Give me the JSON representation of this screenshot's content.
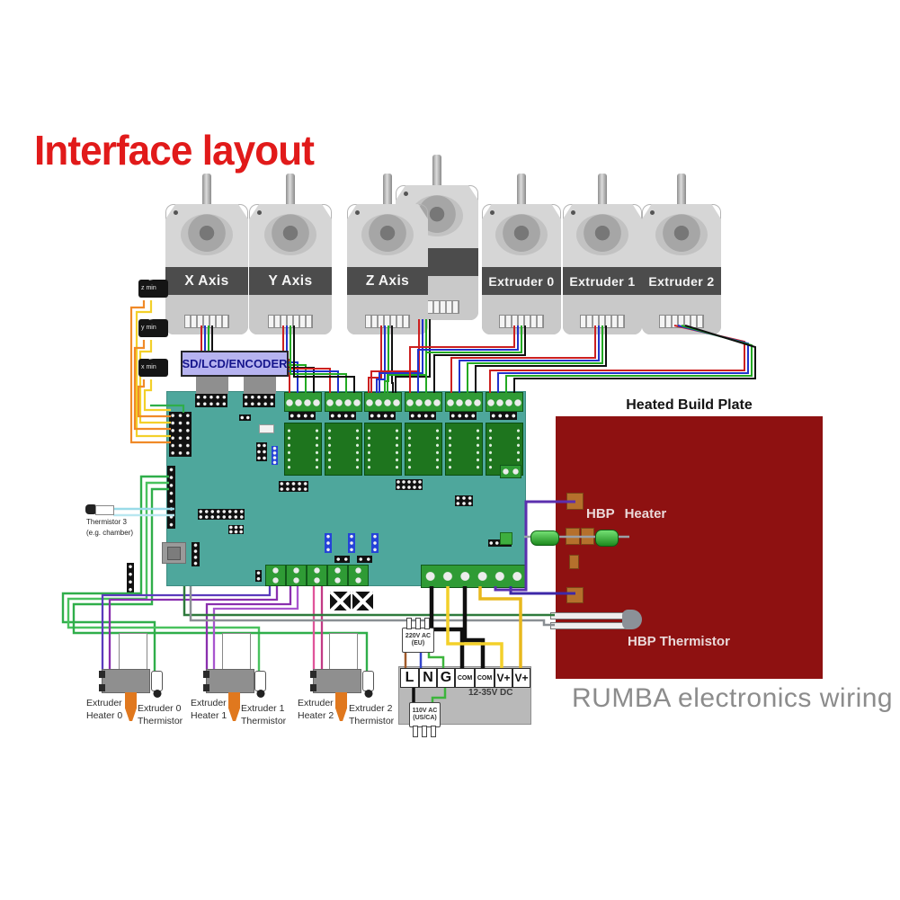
{
  "title": {
    "text": "Interface layout"
  },
  "motors": [
    "X Axis",
    "Y Axis",
    "Z Axis",
    "Extruder 0",
    "Extruder 1",
    "Extruder 2"
  ],
  "lcd": {
    "label": "SD/LCD/ENCODER"
  },
  "endstops": [
    "z min",
    "y min",
    "x min"
  ],
  "thermistor3": {
    "line1": "Thermistor 3",
    "line2": "(e.g. chamber)"
  },
  "hbp": {
    "title": "Heated Build Plate",
    "heater": "HBP Heater",
    "thermistor": "HBP Thermistor"
  },
  "caption": "RUMBA electronics wiring",
  "power": {
    "terminals": [
      "L",
      "N",
      "G",
      "COM",
      "COM",
      "V+",
      "V+"
    ],
    "dc": "12-35V DC",
    "eu1": "220V AC",
    "eu2": "(EU)",
    "us1": "110V AC",
    "us2": "(US/CA)"
  },
  "extruders": {
    "heaters": [
      {
        "l1": "Extruder",
        "l2": "Heater 0"
      },
      {
        "l1": "Extruder",
        "l2": "Heater 1"
      },
      {
        "l1": "Extruder",
        "l2": "Heater 2"
      }
    ],
    "thermistors": [
      {
        "l1": "Extruder 0",
        "l2": "Thermistor"
      },
      {
        "l1": "Extruder 1",
        "l2": "Thermistor"
      },
      {
        "l1": "Extruder 2",
        "l2": "Thermistor"
      }
    ]
  },
  "colors": {
    "title_red": "#e11a1a",
    "board_teal": "#4ea79c",
    "hbp_red": "#8e1111",
    "socket_green": "#1e751e",
    "terminal_green": "#2f9b35",
    "caption_gray": "#8c8c8c",
    "lcd_fill": "#b6b3f0",
    "wire_red": "#cc2020",
    "wire_blue": "#2233cc",
    "wire_green": "#22aa22",
    "wire_black": "#101010",
    "wire_yellow": "#f3d02a",
    "wire_orange": "#f08a28",
    "wire_purple": "#8a2fae",
    "wire_violet": "#5b3bbd",
    "wire_pink": "#e0559a",
    "wire_indigo": "#3d28a8",
    "wire_cyan": "#9adbe8",
    "wire_loop_green": "#2fae4a",
    "wire_gray": "#8a8f94"
  }
}
